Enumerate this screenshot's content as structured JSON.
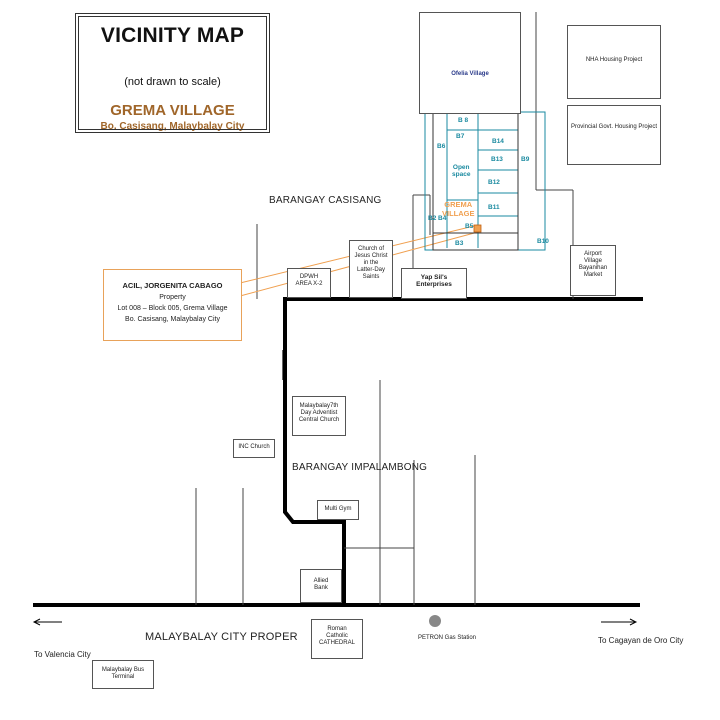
{
  "title": {
    "main": "VICINITY MAP",
    "sub": "(not drawn to scale)",
    "village": "GREMA VILLAGE",
    "location": "Bo. Casisang, Malaybalay City"
  },
  "callout": {
    "name": "ACIL, JORGENITA CABAGO",
    "line2": "Property",
    "line3": "Lot 008 – Block 005, Grema Village",
    "line4": "Bo. Casisang, Malaybalay City"
  },
  "barangays": {
    "casisang": "BARANGAY CASISANG",
    "impalambong": "BARANGAY IMPALAMBONG",
    "proper": "MALAYBALAY CITY PROPER"
  },
  "directions": {
    "valencia": "To Valencia City",
    "cagayan": "To Cagayan de Oro City"
  },
  "landmarks": {
    "ofelia": "Ofelia Village",
    "nha": "NHA Housing Project",
    "provincial": "Provincial Govt. Housing Project",
    "church_lds": "Church of\nJesus Christ\nin the\nLatter-Day\nSaints",
    "dpwh": "DPWH\nAREA X-2",
    "yapss": "Yap Sil's\nEnterprises",
    "airport": "Airport\nVillage\nBayanihan\nMarket",
    "sda": "Malaybalay7th\nDay Adventist\nCentral Church",
    "inc": "INC Church",
    "gym": "Multi Gym",
    "allied": "Allied\nBank",
    "cathedral": "Roman\nCatholic\nCATHEDRAL",
    "petron": "PETRON Gas Station",
    "terminal": "Malaybalay Bus\nTerminal"
  },
  "blocks": {
    "b8": "B 8",
    "b7": "B7",
    "b14": "B14",
    "b6": "B6",
    "open_space": "Open\nspace",
    "b13": "B13",
    "b9": "B9",
    "b12": "B12",
    "b11": "B11",
    "grema": "GREMA\nVILLAGE",
    "b2": "B2",
    "b4": "B4",
    "b5": "B5",
    "b3": "B3",
    "b10": "B10"
  },
  "colors": {
    "road": "#000000",
    "block_lines": "#1a8aa0",
    "title_brown": "#a0662a",
    "highlight": "#f0a050",
    "callout_border": "#e8a25a"
  }
}
